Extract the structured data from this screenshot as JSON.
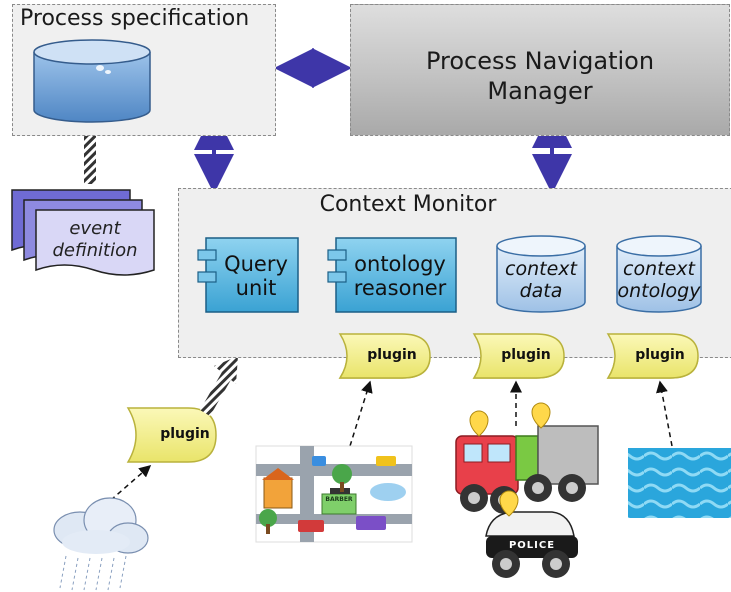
{
  "process_specification": {
    "title": "Process specification"
  },
  "process_navigation_manager": {
    "title_line1": "Process Navigation",
    "title_line2": "Manager"
  },
  "context_monitor": {
    "title": "Context Monitor",
    "query_unit": {
      "line1": "Query",
      "line2": "unit"
    },
    "ontology_reasoner": {
      "line1": "ontology",
      "line2": "reasoner"
    },
    "context_data": {
      "line1": "context",
      "line2": "data"
    },
    "context_ontology": {
      "line1": "context",
      "line2": "ontology"
    }
  },
  "event_definition": {
    "line1": "event",
    "line2": "definition"
  },
  "plugins": {
    "weather": "plugin",
    "city": "plugin",
    "vehicles": "plugin",
    "water": "plugin"
  },
  "police_text": "POLICE",
  "barber_text": "BARBER",
  "colors": {
    "arrow": "#3e36a8",
    "component_fill": "#5bb8e0",
    "database_fill": "#bcd6ef",
    "plugin_fill": "#f4f095",
    "event_fill": "#c9c6ef"
  }
}
